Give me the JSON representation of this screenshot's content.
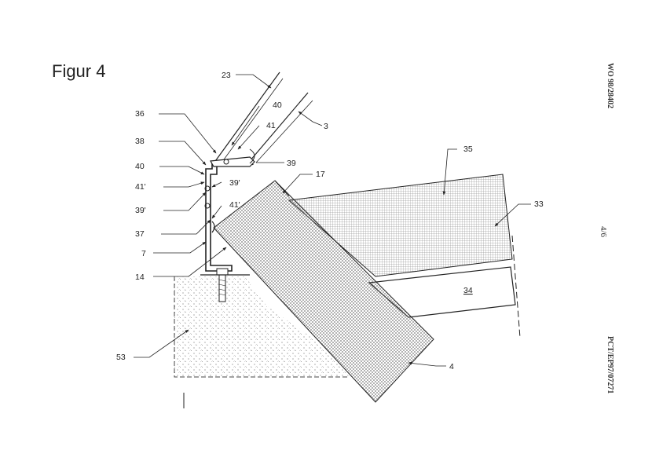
{
  "figure": {
    "title": "Figur 4",
    "publication_number": "WO 98/28402",
    "sheet_number": "4/6",
    "pct_number": "PCT/EP97/07271"
  },
  "labels": {
    "l23": "23",
    "l3": "3",
    "l40a": "40",
    "l41a": "41",
    "l36": "36",
    "l38": "38",
    "l40b": "40",
    "l41p": "41'",
    "l39pa": "39'",
    "l39pb": "39'",
    "l39": "39",
    "l41pb": "41'",
    "l37": "37",
    "l7": "7",
    "l14": "14",
    "l17": "17",
    "l35": "35",
    "l33": "33",
    "l34": "34",
    "l53": "53",
    "l4": "4"
  },
  "colors": {
    "ink": "#222222",
    "hatch": "#555555",
    "paper": "#ffffff"
  }
}
